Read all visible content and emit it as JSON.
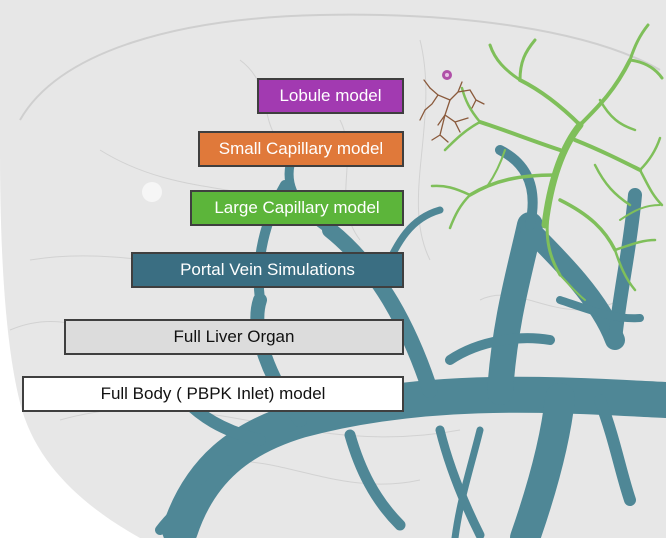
{
  "diagram": {
    "levels": [
      {
        "label": "Lobule model",
        "fill": "#a23ab1",
        "text_color": "#ffffff"
      },
      {
        "label": "Small Capillary model",
        "fill": "#e0793a",
        "text_color": "#ffffff"
      },
      {
        "label": "Large Capillary model",
        "fill": "#5cb53a",
        "text_color": "#ffffff"
      },
      {
        "label": "Portal Vein  Simulations",
        "fill": "#3a6e82",
        "text_color": "#ffffff"
      },
      {
        "label": "Full Liver Organ",
        "fill": "#dcdcdc",
        "text_color": "#111111"
      },
      {
        "label": "Full Body ( PBPK Inlet) model",
        "fill": "#ffffff",
        "text_color": "#111111"
      }
    ],
    "colors": {
      "organ": "#e7e7e7",
      "vessel": "#4f8796",
      "capillary": "#7fbf5a",
      "lobule": "#8a5a3c",
      "cell": "#b04fa8"
    }
  }
}
